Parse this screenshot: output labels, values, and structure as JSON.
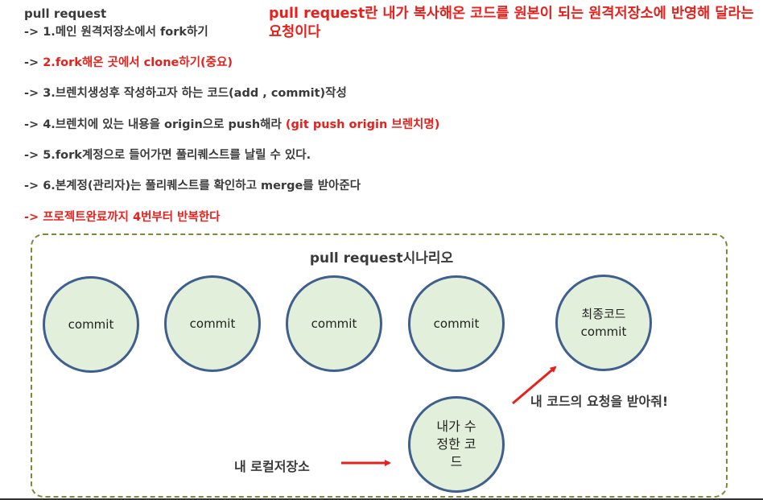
{
  "header": {
    "title": "pull request",
    "definition": "pull request란 내가 복사해온 코드를 원본이 되는 원격저장소에 반영해 달라는 요청이다"
  },
  "steps": [
    {
      "prefix": "-> ",
      "text": "1.메인 원격저장소에서 fork하기",
      "extra": ""
    },
    {
      "prefix": "-> ",
      "text": "2.fork해온 곳에서 clone하기(중요)",
      "extra": ""
    },
    {
      "prefix": "-> ",
      "text": "3.브렌치생성후 작성하고자 하는 코드(add , commit)작성",
      "extra": ""
    },
    {
      "prefix": "-> ",
      "text": "4.브렌치에 있는 내용을 origin으로 push해라 ",
      "extra": "(git push origin 브렌치명)"
    },
    {
      "prefix": "-> ",
      "text": "5.fork계정으로 들어가면 풀리퀘스트를 날릴 수 있다.",
      "extra": ""
    },
    {
      "prefix": "-> ",
      "text": "6.본계정(관리자)는 풀리퀘스트를 확인하고 merge를 받아준다",
      "extra": ""
    },
    {
      "prefix": "-> ",
      "text": "프로젝트완료까지 4번부터 반복한다",
      "extra": ""
    }
  ],
  "scenario": {
    "title": "pull request시나리오",
    "commits": [
      "commit",
      "commit",
      "commit",
      "commit"
    ],
    "final_line1": "최종코드",
    "final_line2": "commit",
    "my_code": "내가 수\n정한 코\n드",
    "request_label": "내 코드의 요청을 받아줘!",
    "local_label": "내 로컬저장소"
  },
  "colors": {
    "accent_red": "#e8201c",
    "circle_fill": "#e2efda",
    "circle_border": "#3f5f8f",
    "box_border": "#7a8a3a"
  }
}
